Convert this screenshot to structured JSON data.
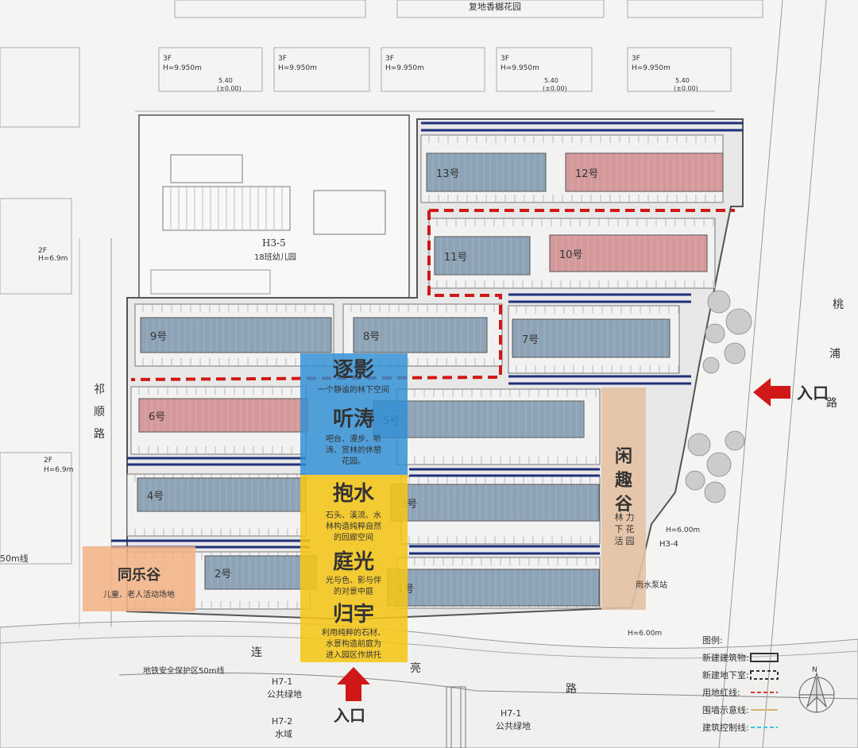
{
  "top_garden": "复地香樾花园",
  "existing_buildings": [
    {
      "floors": "3F",
      "height": "H=9.950m"
    },
    {
      "floors": "3F",
      "height": "H=9.950m"
    },
    {
      "floors": "3F",
      "height": "H=9.950m"
    },
    {
      "floors": "3F",
      "height": "H=9.950m"
    },
    {
      "floors": "3F",
      "height": "H=9.950m"
    }
  ],
  "elevation_marks": [
    "5.40",
    "(±0.00)"
  ],
  "left_buildings": [
    {
      "floors": "2F",
      "height": "H=6.9m"
    },
    {
      "floors": "2F",
      "height": "H=6.9m"
    }
  ],
  "school": {
    "code": "H3-5",
    "name": "18班幼儿园"
  },
  "new_buildings": [
    {
      "label": "13号",
      "color": "#8ea3b5"
    },
    {
      "label": "12号",
      "color": "#d4999a"
    },
    {
      "label": "11号",
      "color": "#8ea3b5"
    },
    {
      "label": "10号",
      "color": "#d4999a"
    },
    {
      "label": "9号",
      "color": "#8ea3b5"
    },
    {
      "label": "8号",
      "color": "#8ea3b5"
    },
    {
      "label": "7号",
      "color": "#8ea3b5"
    },
    {
      "label": "6号",
      "color": "#d4999a"
    },
    {
      "label": "5号",
      "color": "#8ea3b5"
    },
    {
      "label": "4号",
      "color": "#8ea3b5"
    },
    {
      "label": "3号",
      "color": "#8ea3b5"
    },
    {
      "label": "2号",
      "color": "#8ea3b5"
    },
    {
      "label": "1号",
      "color": "#8ea3b5"
    }
  ],
  "zones": {
    "zhuying": {
      "title": "逐影",
      "desc": "一个静谧的林下空间"
    },
    "tingtao": {
      "title": "听涛",
      "desc_lines": [
        "吧台、漫步、听",
        "涛、赏林的休憩",
        "花园。"
      ]
    },
    "baoshui": {
      "title": "抱水",
      "desc_lines": [
        "石头、溪流、水",
        "林构造纯粹自然",
        "的回廊空间"
      ]
    },
    "tingguang": {
      "title": "庭光",
      "desc_lines": [
        "光与色、影与伴",
        "的对景中庭"
      ]
    },
    "guiyu": {
      "title": "归宇",
      "desc_lines": [
        "利用纯粹的石材、",
        "水景构造前庭为",
        "进入园区作烘托"
      ]
    },
    "tongle": {
      "title": "同乐谷",
      "desc": "儿童、老人活动场地"
    },
    "xianqu": {
      "title_chars": [
        "闲",
        "趣",
        "谷"
      ],
      "desc_chars": [
        "林",
        "下",
        "活",
        "力",
        "花",
        "园"
      ]
    }
  },
  "entrances": {
    "east": "入口",
    "south": "入口"
  },
  "roads": {
    "west_chars": [
      "祁",
      "顺",
      "路"
    ],
    "east_chars": [
      "桃",
      "浦",
      "路"
    ],
    "south_chars": [
      "连",
      "亮",
      "路"
    ]
  },
  "south_parcels": [
    {
      "code": "H7-1",
      "name": "公共绿地"
    },
    {
      "code": "H7-2",
      "name": "水域"
    },
    {
      "code": "H7-1",
      "name": "公共绿地"
    }
  ],
  "metro_line": "地铁安全保护区50m线",
  "metro_line_west": "50m线",
  "east_parcel": {
    "code": "H3-4",
    "note": "雨水泵站",
    "height": "H=6.00m",
    "height2": "H=6.00m"
  },
  "legend": {
    "title": "图例:",
    "items": [
      {
        "label": "新建建筑物:",
        "style": "solid-box",
        "color": "#333333"
      },
      {
        "label": "新建地下室:",
        "style": "dashed-box",
        "color": "#333333"
      },
      {
        "label": "用地红线:",
        "style": "dash-line",
        "color": "#e23a2e"
      },
      {
        "label": "围墙示意线:",
        "style": "line",
        "color": "#d8b56a"
      },
      {
        "label": "建筑控制线:",
        "style": "dash-line",
        "color": "#35c6e0"
      }
    ]
  },
  "compass": "N",
  "colors": {
    "blue_zone": "#2f8fd6",
    "yellow_zone": "#f5c518",
    "orange_zone": "#f2b184",
    "tan_zone": "#e4c2a4",
    "red": "#d01818",
    "navy": "#1f2f78"
  }
}
